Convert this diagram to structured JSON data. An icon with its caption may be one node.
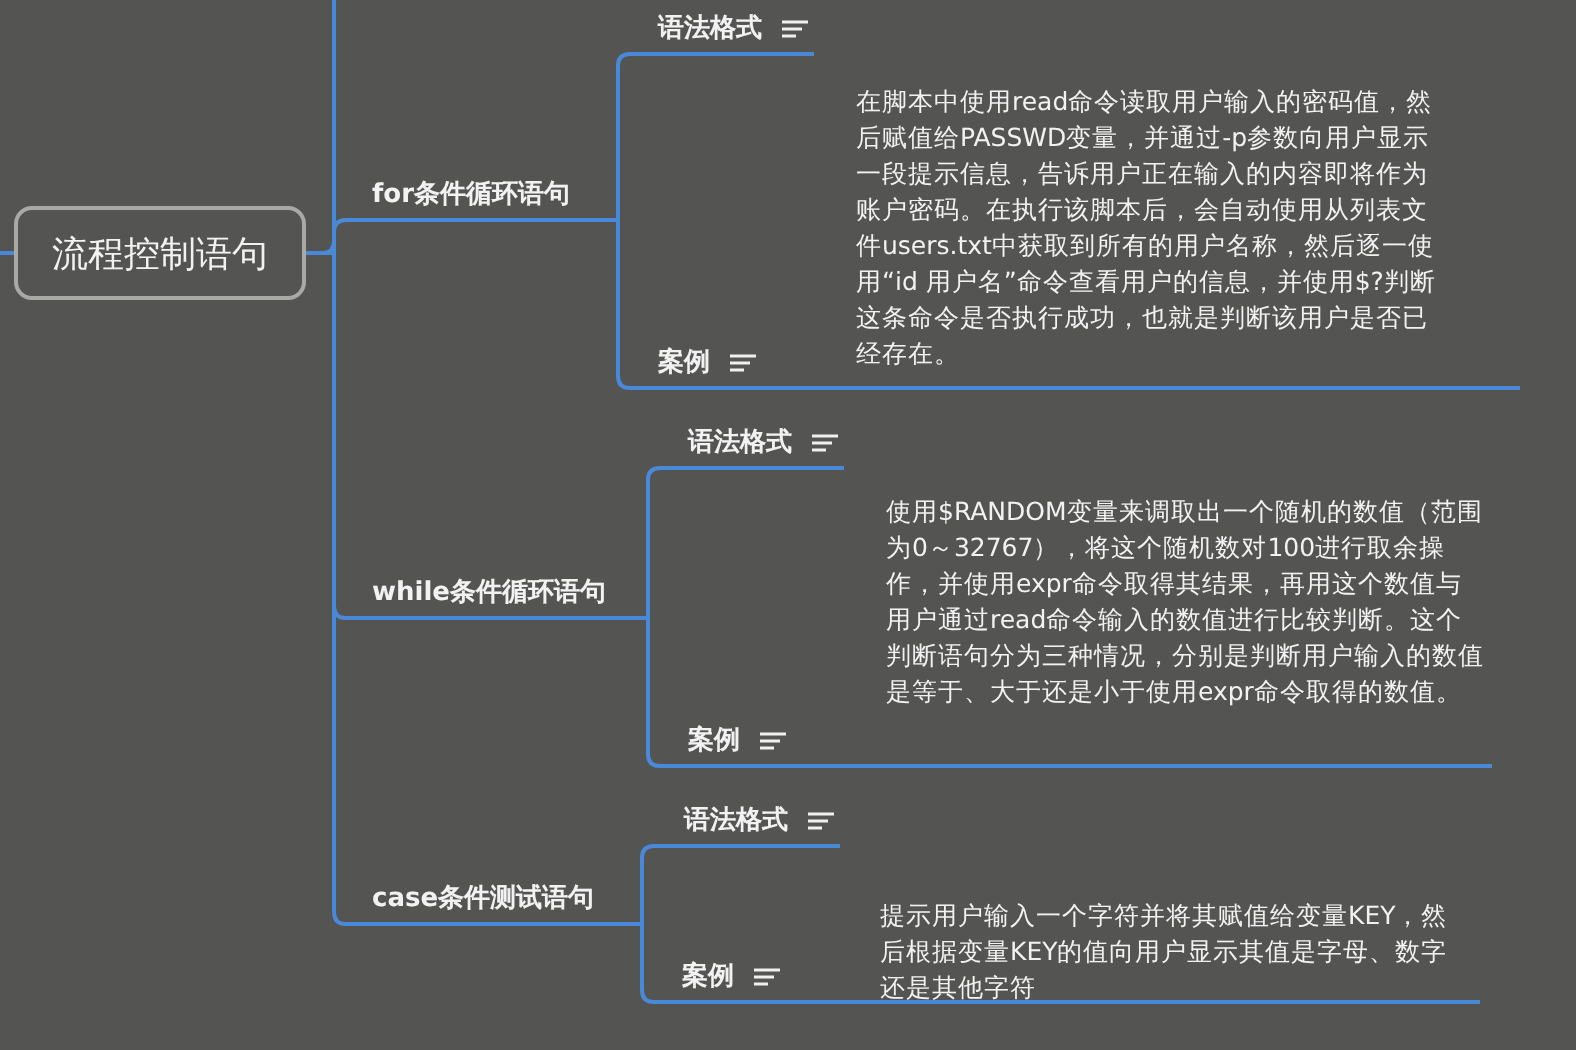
{
  "diagram": {
    "nodes": [
      {
        "text": [
          "流程控制语句"
        ]
      },
      {
        "text": [
          "for条件循环语句"
        ]
      },
      {
        "text": [
          "语法格式"
        ]
      },
      {
        "text": [
          "案例"
        ]
      },
      {
        "text": [
          "在脚本中使用read命令读取用户输入的密码值，然后赋值给PASSWD变量，并通过-p参数向用户显示一段提示信息，告诉用户正在输入的内容即将作为账户密码。在执行该脚本后，会自动使用从列表文件users.txt中获取到所有的用户名称，然后逐一使用“id 用户名”命令查看用户的信息，并使用$?判断这条命令是否执行成功，也就是判断该用户是否已经存在。"
        ]
      },
      {
        "text": [
          "while条件循环语句"
        ]
      },
      {
        "text": [
          "语法格式"
        ]
      },
      {
        "text": [
          "案例"
        ]
      },
      {
        "text": [
          "使用$RANDOM变量来调取出一个随机的数值（范围为0～32767），将这个随机数对100进行取余操作，并使用expr命令取得其结果，再用这个数值与用户通过read命令输入的数值进行比较判断。这个判断语句分为三种情况，分别是判断用户输入的数值是等于、大于还是小于使用expr命令取得的数值。"
        ]
      },
      {
        "text": [
          "case条件测试语句"
        ]
      },
      {
        "text": [
          "语法格式"
        ]
      },
      {
        "text": [
          "案例"
        ]
      },
      {
        "text": [
          "提示用户输入一个字符并将其赋值给变量KEY，然后根据变量KEY的值向用户显示其值是字母、数字还是其他字符"
        ]
      }
    ],
    "edges": [
      {
        "from": null,
        "to": 0,
        "arrow": "none"
      },
      {
        "from": 0,
        "to": null,
        "arrow": "none"
      },
      {
        "from": 0,
        "to": 1,
        "arrow": "none"
      },
      {
        "from": 1,
        "to": 2,
        "arrow": "none"
      },
      {
        "from": 1,
        "to": 3,
        "arrow": "none"
      },
      {
        "from": 3,
        "to": 4,
        "arrow": "none"
      },
      {
        "from": 0,
        "to": 5,
        "arrow": "none"
      },
      {
        "from": 5,
        "to": 6,
        "arrow": "none"
      },
      {
        "from": 5,
        "to": 7,
        "arrow": "none"
      },
      {
        "from": 7,
        "to": 8,
        "arrow": "none"
      },
      {
        "from": 0,
        "to": 9,
        "arrow": "none"
      },
      {
        "from": 9,
        "to": 10,
        "arrow": "none"
      },
      {
        "from": 9,
        "to": 11,
        "arrow": "none"
      },
      {
        "from": 11,
        "to": 12,
        "arrow": "none"
      }
    ]
  }
}
